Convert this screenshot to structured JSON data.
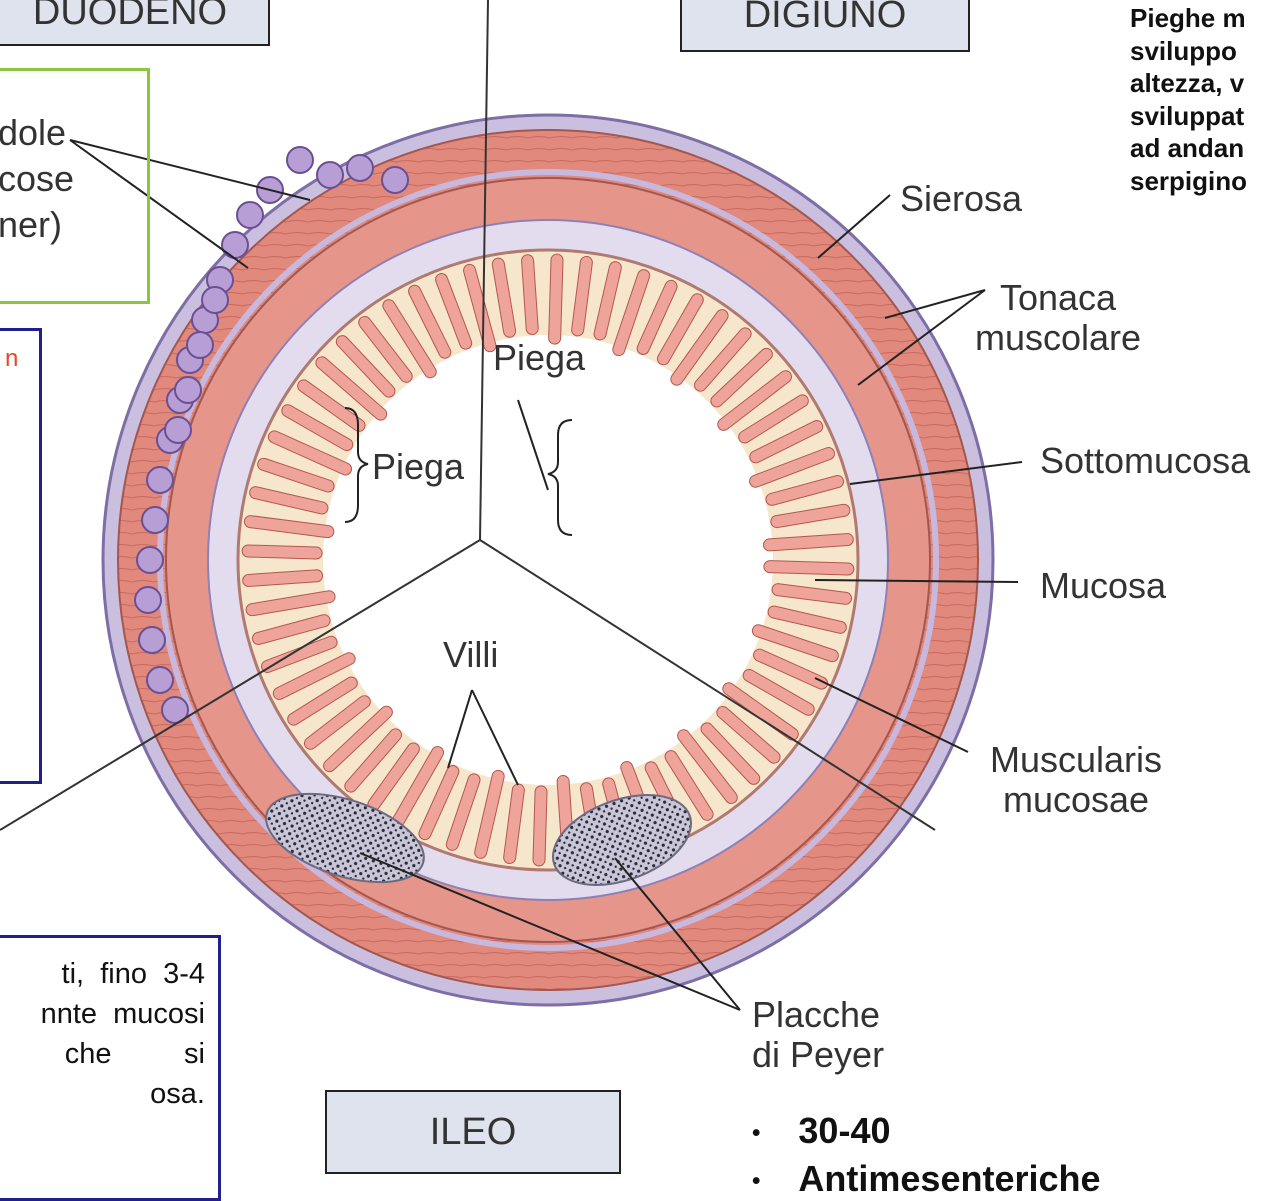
{
  "segments": {
    "duodeno": "DUODENO",
    "digiuno": "DIGIUNO",
    "ileo": "ILEO"
  },
  "labels": {
    "sierosa": "Sierosa",
    "tonaca_1": "Tonaca",
    "tonaca_2": "muscolare",
    "sottomucosa": "Sottomucosa",
    "mucosa": "Mucosa",
    "muscularis_1": "Muscularis",
    "muscularis_2": "mucosae",
    "placche_1": "Placche",
    "placche_2": "di Peyer",
    "piega_right": "Piega",
    "piega_left": "Piega",
    "villi": "Villi",
    "ghiandole_1": "dole",
    "ghiandole_2": "cose",
    "ghiandole_3": "ner)"
  },
  "top_note": [
    "Pieghe m",
    "sviluppo",
    "altezza, v",
    "sviluppat",
    "ad andan",
    "serpigino"
  ],
  "left_box_fragment": "n",
  "bottom_box_lines": [
    "ti,  fino  3-4",
    "nnte  mucosi",
    "che         si",
    "osa."
  ],
  "bullets": [
    "30-40",
    "Antimesenteriche"
  ],
  "colors": {
    "muscle": "#e0897c",
    "serosa": "#cbbfe0",
    "submucosa": "#e2dcee",
    "lamina": "#f5e6cc",
    "villus": "#eea49a",
    "accent_green": "#8cc63f",
    "accent_blue": "#1f1f8f"
  }
}
